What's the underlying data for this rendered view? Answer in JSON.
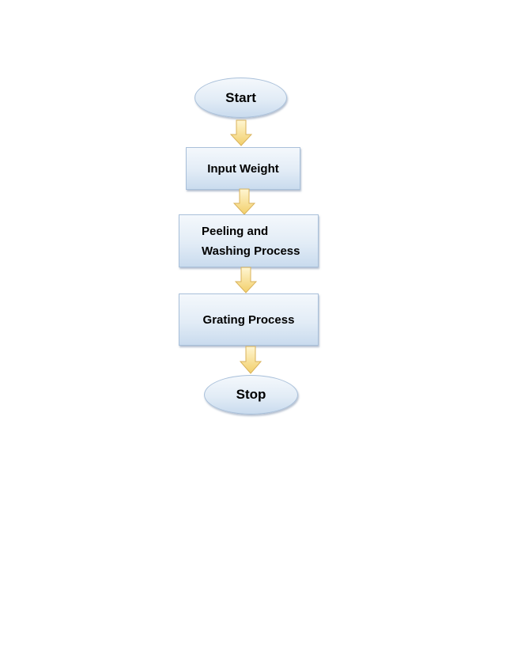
{
  "flowchart": {
    "start": {
      "label": "Start"
    },
    "steps": [
      {
        "lines": [
          "Input Weight"
        ]
      },
      {
        "lines": [
          "Peeling and",
          "Washing Process"
        ]
      },
      {
        "lines": [
          "Grating Process"
        ]
      }
    ],
    "stop": {
      "label": "Stop"
    }
  },
  "colors": {
    "node_fill_top": "#f4f8fc",
    "node_fill_bottom": "#c9dbee",
    "node_border": "#a9c0da",
    "arrow_fill_top": "#fff6d2",
    "arrow_fill_bottom": "#f2cf6a",
    "arrow_stroke": "#d9b25a"
  }
}
